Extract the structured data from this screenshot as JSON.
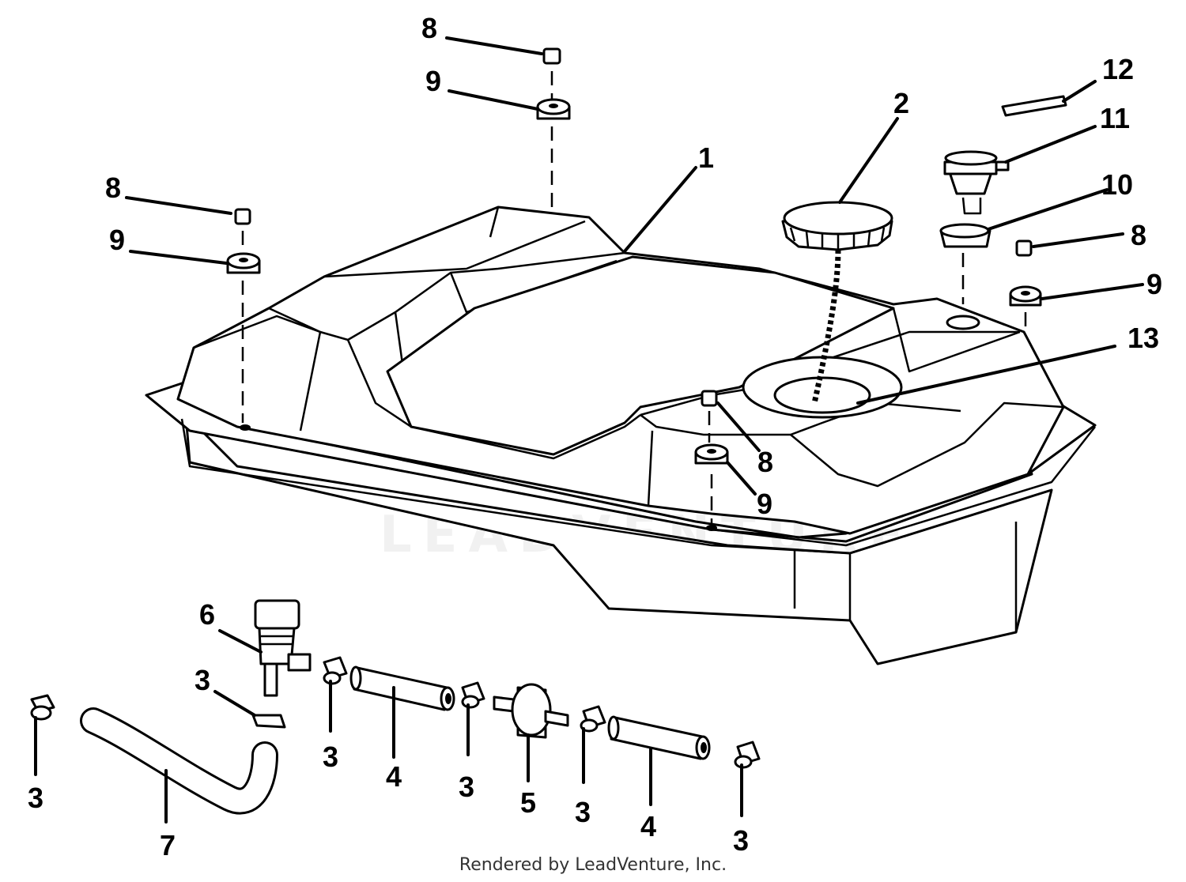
{
  "diagram": {
    "callouts": [
      {
        "id": "c1",
        "text": "1"
      },
      {
        "id": "c2",
        "text": "2"
      },
      {
        "id": "c3a",
        "text": "3"
      },
      {
        "id": "c3b",
        "text": "3"
      },
      {
        "id": "c3c",
        "text": "3"
      },
      {
        "id": "c3d",
        "text": "3"
      },
      {
        "id": "c3e",
        "text": "3"
      },
      {
        "id": "c3f",
        "text": "3"
      },
      {
        "id": "c4a",
        "text": "4"
      },
      {
        "id": "c4b",
        "text": "4"
      },
      {
        "id": "c5",
        "text": "5"
      },
      {
        "id": "c6",
        "text": "6"
      },
      {
        "id": "c7",
        "text": "7"
      },
      {
        "id": "c8a",
        "text": "8"
      },
      {
        "id": "c8b",
        "text": "8"
      },
      {
        "id": "c8c",
        "text": "8"
      },
      {
        "id": "c8d",
        "text": "8"
      },
      {
        "id": "c9a",
        "text": "9"
      },
      {
        "id": "c9b",
        "text": "9"
      },
      {
        "id": "c9c",
        "text": "9"
      },
      {
        "id": "c9d",
        "text": "9"
      },
      {
        "id": "c10",
        "text": "10"
      },
      {
        "id": "c11",
        "text": "11"
      },
      {
        "id": "c12",
        "text": "12"
      },
      {
        "id": "c13",
        "text": "13"
      }
    ]
  },
  "watermark": "LEADVENTURE",
  "footer": "Rendered by LeadVenture, Inc."
}
